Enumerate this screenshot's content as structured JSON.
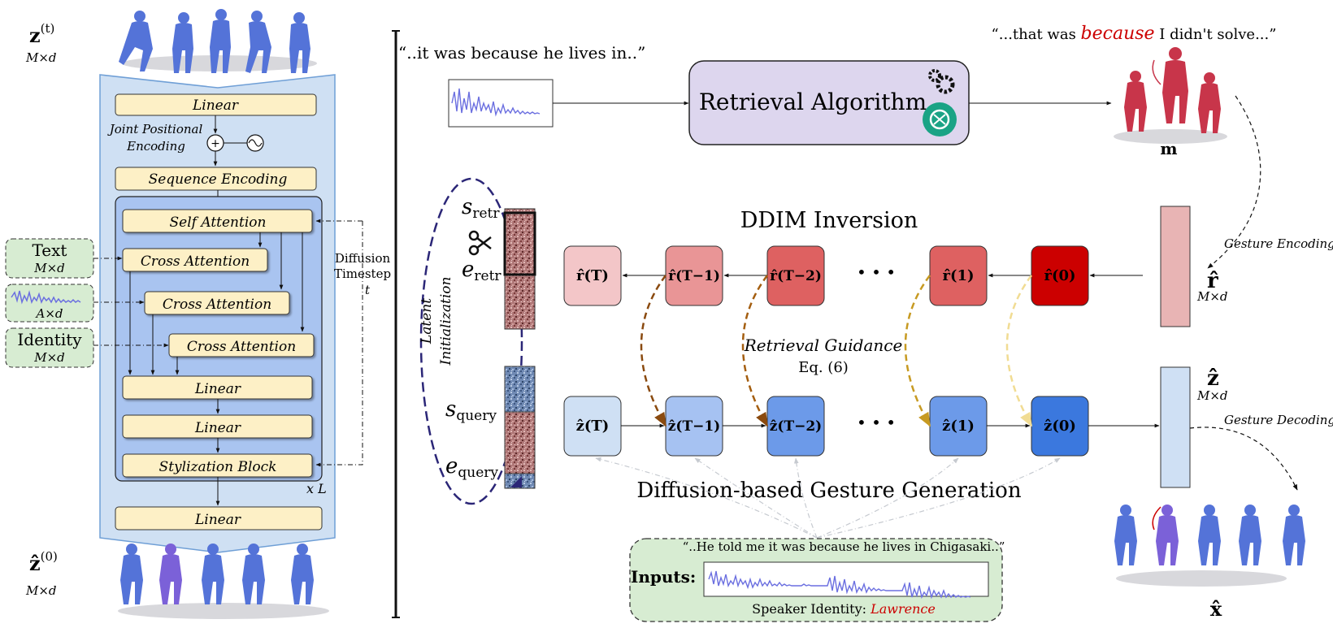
{
  "left_panel": {
    "input_symbol": "z",
    "input_superscript": "(t)",
    "input_dims": "M×d",
    "output_symbol": "ẑ",
    "output_superscript": "(0)",
    "output_dims": "M×d",
    "blocks": {
      "linear_top": "Linear",
      "joint_pe_label_1": "Joint Positional",
      "joint_pe_label_2": "Encoding",
      "sequence_encoding": "Sequence Encoding",
      "self_attention": "Self Attention",
      "cross_attention_1": "Cross Attention",
      "cross_attention_2": "Cross Attention",
      "cross_attention_3": "Cross Attention",
      "linear_1": "Linear",
      "linear_2": "Linear",
      "stylization": "Stylization Block",
      "linear_bottom": "Linear"
    },
    "repeat_label": "x L",
    "diffusion_timestep": [
      "Diffusion",
      "Timestep",
      "t"
    ],
    "conditions": {
      "text_label": "Text",
      "text_dims": "M×d",
      "audio_dims": "A×d",
      "identity_label": "Identity",
      "identity_dims": "M×d"
    }
  },
  "right_panel": {
    "input_quote": "“..it was because he lives in..”",
    "retrieval_algorithm": "Retrieval Algorithm",
    "retrieved_quote_pre": "“...that was ",
    "retrieved_quote_keyword": "because",
    "retrieved_quote_post": " I didn't solve...”",
    "retrieved_motion_symbol": "m",
    "ddim_inversion": "DDIM Inversion",
    "gesture_encoding": "Gesture Encoding",
    "gesture_decoding": "Gesture Decoding",
    "r_hat_symbol": "r̂",
    "r_hat_dims": "M×d",
    "z_hat_symbol": "ẑ",
    "z_hat_dims": "M×d",
    "output_symbol": "x̂",
    "retrieval_guidance": "Retrieval Guidance",
    "equation_ref": "Eq. (6)",
    "latent_initialization": [
      "Latent",
      "Initialization"
    ],
    "latent_labels": {
      "s_retr": "s",
      "s_retr_sub": "retr",
      "e_retr": "e",
      "e_retr_sub": "retr",
      "s_query": "s",
      "s_query_sub": "query",
      "e_query": "e",
      "e_query_sub": "query"
    },
    "r_nodes": [
      "r̂(T)",
      "r̂(T−1)",
      "r̂(T−2)",
      "r̂(1)",
      "r̂(0)"
    ],
    "z_nodes": [
      "ẑ(T)",
      "ẑ(T−1)",
      "ẑ(T−2)",
      "ẑ(1)",
      "ẑ(0)"
    ],
    "ellipsis": "• • •",
    "diffusion_generation": "Diffusion-based Gesture Generation",
    "inputs_label": "Inputs:",
    "inputs_quote": "“..He told me it was because he lives in Chigasaki..”",
    "speaker_prefix": "Speaker Identity: ",
    "speaker_name": "Lawrence"
  },
  "colors": {
    "block_fill": "#fdf0c6",
    "panel_fill": "#cfe0f3",
    "inner_fill": "#a9c4f0",
    "cond_fill": "#d7ecd2",
    "retrieval_fill": "#ddd6ee",
    "r_colors": [
      "#f3c6c8",
      "#e99596",
      "#de6161",
      "#de6161",
      "#cc0000"
    ],
    "z_colors": [
      "#cfe0f4",
      "#a6c2f2",
      "#6c9ae9",
      "#6c9ae9",
      "#3b78de"
    ],
    "accent_red": "#cc0000",
    "purple_dash": "#2b2677"
  }
}
